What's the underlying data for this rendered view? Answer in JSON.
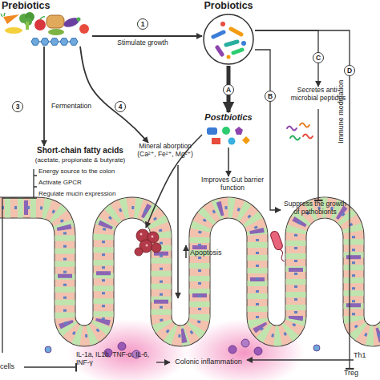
{
  "diagram": {
    "nodes": [
      {
        "text": [
          "Prebiotics"
        ]
      },
      {
        "text": [
          "Probiotics"
        ]
      },
      {
        "text": [
          "Short-chain fatty acids",
          "(acetate, propionate & butyrate)"
        ]
      },
      {
        "text": [
          "Mineral aborption (Ca²⁺, Fe²⁺, Mg²⁺)"
        ]
      },
      {
        "text": [
          "Postbiotics"
        ]
      },
      {
        "text": [
          "Secretes anti-microbial peptides"
        ]
      },
      {
        "text": [
          "Suppress the growth of pathobionts"
        ]
      },
      {
        "text": [
          "Improves Gut barrier function"
        ]
      },
      {
        "text": [
          "Apoptosis"
        ]
      },
      {
        "text": [
          "IL-1a, IL1b, TNF-α, IL-6, INF-γ"
        ]
      },
      {
        "text": [
          "Colonic inflammation"
        ]
      },
      {
        "text": [
          "Th1"
        ]
      },
      {
        "text": [
          "Treg"
        ]
      },
      {
        "text": [
          "cells"
        ]
      }
    ],
    "edges": [
      {
        "from": 0,
        "to": 1,
        "label": "Stimulate growth",
        "arrow": "to"
      },
      {
        "from": 0,
        "to": 2,
        "label": "Fermentation",
        "arrow": "to"
      },
      {
        "from": 0,
        "to": 3,
        "arrow": "to"
      },
      {
        "from": 1,
        "to": 4,
        "arrow": "to"
      },
      {
        "from": 1,
        "to": 6,
        "arrow": "to"
      },
      {
        "from": 1,
        "to": 5,
        "arrow": "to"
      },
      {
        "from": 5,
        "to": 6,
        "arrow": "to"
      },
      {
        "from": 4,
        "to": 7,
        "arrow": "to"
      },
      {
        "from": 4,
        "to": 8,
        "arrow": "to"
      },
      {
        "from": 9,
        "to": 10,
        "arrow": "to"
      },
      {
        "from": 11,
        "to": 10,
        "arrow": "to"
      },
      {
        "from": 1,
        "to": 12,
        "label": "Immune modulation",
        "arrow": "to"
      },
      {
        "from": 13,
        "to": 9,
        "arrow": "to"
      }
    ],
    "labels": [
      "1",
      "3",
      "4",
      "Energy source to the colon",
      "Activate GPCR",
      "Regulate mucin expression",
      "A",
      "B",
      "C",
      "D"
    ]
  }
}
